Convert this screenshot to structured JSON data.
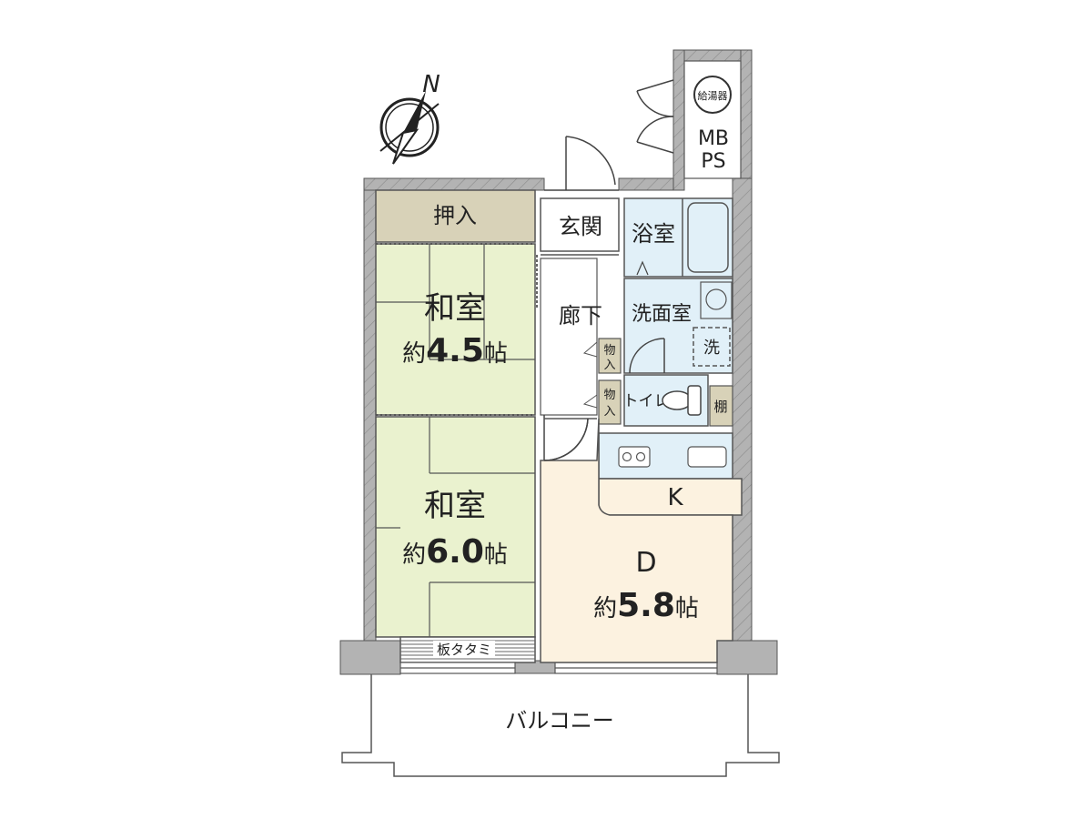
{
  "compass": {
    "north_label": "N"
  },
  "rooms": {
    "oshiire": {
      "label": "押入"
    },
    "washitsu_45": {
      "name": "和室",
      "prefix": "約",
      "size": "4.5",
      "unit": "帖"
    },
    "washitsu_60": {
      "name": "和室",
      "prefix": "約",
      "size": "6.0",
      "unit": "帖"
    },
    "itatatami": {
      "label": "板タタミ"
    },
    "genkan": {
      "label": "玄関"
    },
    "rouka": {
      "label": "廊下"
    },
    "yokushitsu": {
      "label": "浴室"
    },
    "senmenshitsu": {
      "label": "洗面室"
    },
    "washer": {
      "label": "洗"
    },
    "toilet": {
      "label": "トイレ"
    },
    "tana": {
      "label": "棚"
    },
    "monoire_1": {
      "line1": "物",
      "line2": "入"
    },
    "monoire_2": {
      "line1": "物",
      "line2": "入"
    },
    "kitchen": {
      "label": "K"
    },
    "dining": {
      "name": "D",
      "prefix": "約",
      "size": "5.8",
      "unit": "帖"
    },
    "mbps": {
      "heater": "給湯器",
      "line1": "MB",
      "line2": "PS"
    },
    "balcony": {
      "label": "バルコニー"
    }
  },
  "colors": {
    "wall": "#b3b3b3",
    "washitsu": "#eaf2cf",
    "oshiire": "#d8d2b8",
    "wet_area": "#e1f0f8",
    "dining": "#fcf2e0",
    "kitchen": "#fcf2e0",
    "tana": "#d8d2b8"
  }
}
